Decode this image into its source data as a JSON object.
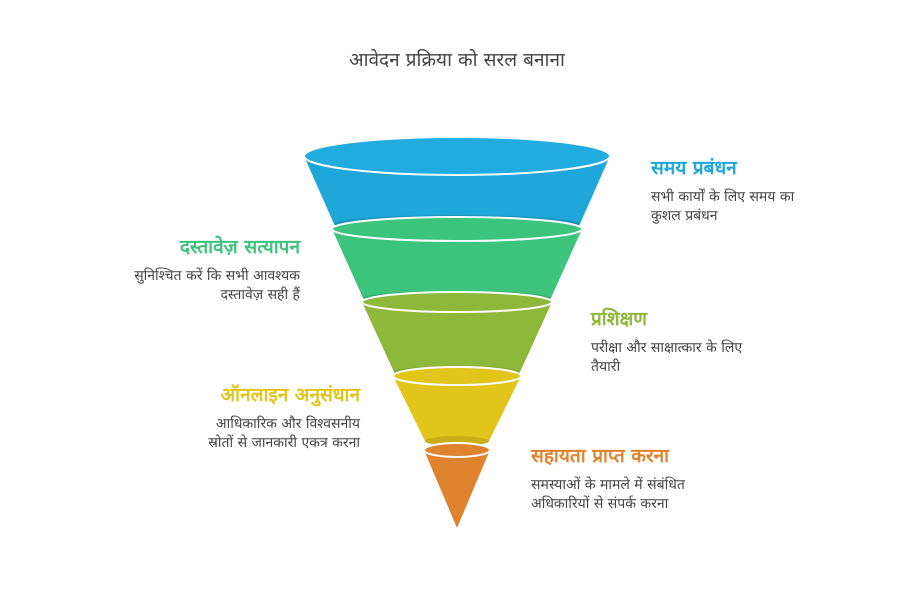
{
  "title": "आवेदन प्रक्रिया को सरल बनाना",
  "stages": [
    {
      "heading": "समय प्रबंधन",
      "desc1": "सभी कार्यों के लिए समय का",
      "desc2": "कुशल प्रबंधन",
      "color": "#1FA7D9"
    },
    {
      "heading": "दस्तावेज़ सत्यापन",
      "desc1": "सुनिश्चित करें कि सभी आवश्यक",
      "desc2": "दस्तावेज़ सही हैं",
      "color": "#3CC47C"
    },
    {
      "heading": "प्रशिक्षण",
      "desc1": "परीक्षा और साक्षात्कार के लिए",
      "desc2": "तैयारी",
      "color": "#8DB83A"
    },
    {
      "heading": "ऑनलाइन अनुसंधान",
      "desc1": "आधिकारिक और विश्वसनीय",
      "desc2": "स्रोतों से जानकारी एकत्र करना",
      "color": "#E2C51B"
    },
    {
      "heading": "सहायता प्राप्त करना",
      "desc1": "समस्याओं के मामले में संबंधित",
      "desc2": "अधिकारियों से संपर्क करना",
      "color": "#E0832F"
    }
  ]
}
